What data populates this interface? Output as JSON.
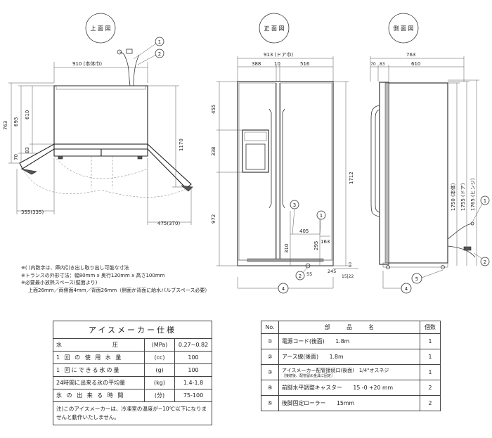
{
  "views": {
    "top_title": "上 面 図",
    "front_title": "正 面 図",
    "side_title": "側 面 図"
  },
  "dims": {
    "top_width": "910 (本体巾)",
    "top_763": "763",
    "top_693": "693",
    "top_610": "610",
    "top_83": "83",
    "top_70": "70",
    "top_1170": "1170",
    "top_355": "355(335)",
    "top_475": "475(370)",
    "front_913": "913 (ドア巾)",
    "front_388": "388",
    "front_10": "10",
    "front_516": "516",
    "front_455": "455",
    "front_338": "338",
    "front_972": "972",
    "front_1712": "1712",
    "front_405": "405",
    "front_163": "163",
    "front_310": "310",
    "front_295": "295",
    "front_55": "55",
    "front_245": "245",
    "front_1522": "15|22",
    "front_60": "60",
    "side_763": "763",
    "side_70": "70",
    "side_83": "83",
    "side_610": "610",
    "side_1750": "1750 (本体)",
    "side_1755": "1755 (ドア)",
    "side_1765": "1765 (ヒンジ)"
  },
  "callouts": {
    "c1": "1",
    "c2": "2",
    "c3": "3",
    "c4": "4",
    "c5": "5"
  },
  "notes": [
    "※(  )内数字は、庫内引き出し取り出し可能な寸法",
    "※トランスの外形寸法：幅80mm x 奥行120mm x 高さ100mm",
    "※必要最小放熱スペース(壁面より)",
    "上面26mm／両側面4mm／背面26mm（側面か背面に給水バルブスペース必要）"
  ],
  "spec_table": {
    "title": "アイスメーカー仕様",
    "rows": [
      {
        "label": "水　　　　　　　圧",
        "unit": "(MPa)",
        "value": "0.27~0.82"
      },
      {
        "label": "1 回 の 使 用 水 量",
        "unit": "(cc)",
        "value": "100"
      },
      {
        "label": "1 回にできる氷の量",
        "unit": "(g)",
        "value": "100"
      },
      {
        "label": "24時間に出来る氷の平均量",
        "unit": "(kg)",
        "value": "1.4-1.8"
      },
      {
        "label": "氷 の 出 来 る 時 間",
        "unit": "(分)",
        "value": "75-100"
      }
    ],
    "note": "注)このアイスメーカーは、冷凍室の温度が−10℃以下になりませんと動作いたしません。"
  },
  "parts_table": {
    "headers": {
      "no": "No.",
      "name": "部　　　品　　　名",
      "qty": "個数"
    },
    "rows": [
      {
        "no": "①",
        "name": "電源コード(後面)　　1.8m",
        "sub": "",
        "qty": "1"
      },
      {
        "no": "②",
        "name": "アース線(後面)　　1.8m",
        "sub": "",
        "qty": "1"
      },
      {
        "no": "③",
        "name": "アイスメーカー配管接続口(後面)　1/4\"オスネジ",
        "sub": "［接続後、配管留め金具に固定］",
        "qty": "1"
      },
      {
        "no": "④",
        "name": "前脚水平調整キャスター　　15 -0 +20 mm",
        "sub": "",
        "qty": "2"
      },
      {
        "no": "⑤",
        "name": "後脚固定ローラー　　15mm",
        "sub": "",
        "qty": "2"
      }
    ]
  }
}
